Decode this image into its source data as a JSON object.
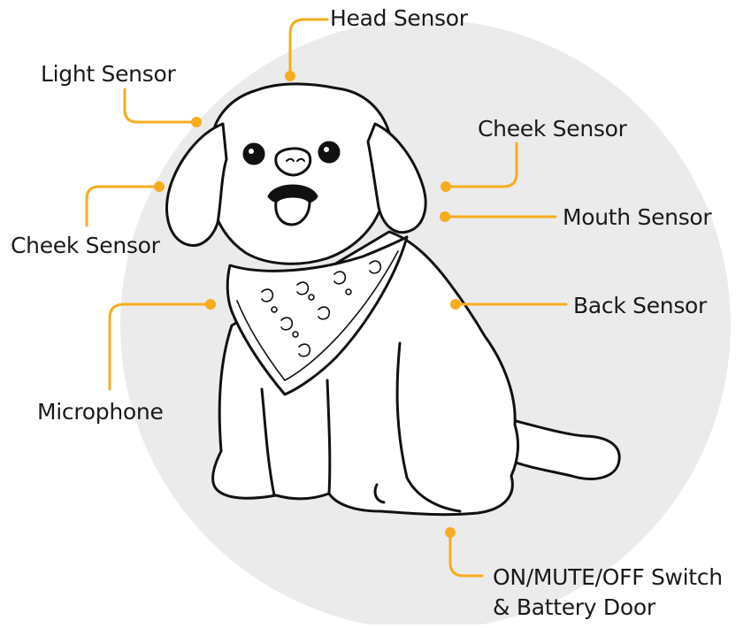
{
  "colors": {
    "background": "#ffffff",
    "backdrop_circle": "#ebebeb",
    "callout": "#f5ad1f",
    "outline": "#111111",
    "dog_fill": "#ffffff",
    "label_text": "#1a1a1a"
  },
  "labels": {
    "head_sensor": "Head Sensor",
    "light_sensor": "Light Sensor",
    "cheek_sensor_right": "Cheek Sensor",
    "mouth_sensor": "Mouth Sensor",
    "cheek_sensor_left": "Cheek Sensor",
    "back_sensor": "Back Sensor",
    "microphone": "Microphone",
    "switch_line1": "ON/MUTE/OFF Switch",
    "switch_line2": "& Battery Door"
  }
}
